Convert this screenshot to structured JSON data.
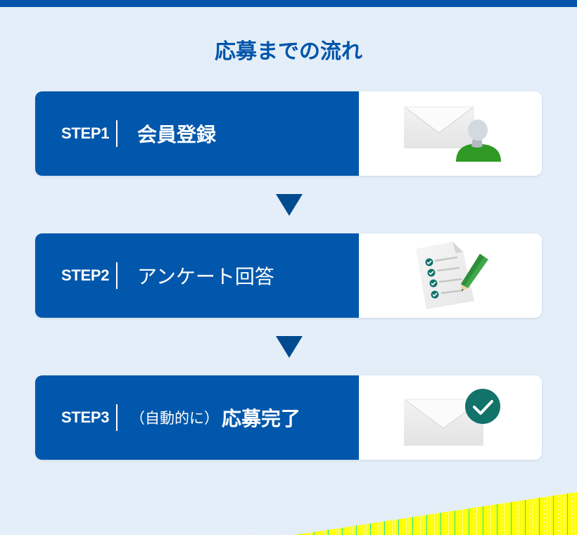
{
  "header": {
    "title": "応募までの流れ"
  },
  "colors": {
    "brand_blue": "#0057ab",
    "top_bar": "#0055aa",
    "arrow": "#004b8f",
    "background": "#e4eef8",
    "check_green": "#12736a",
    "person_green": "#2e9a24",
    "pencil_green": "#3fa84a",
    "deco_yellow": "#ffff00"
  },
  "steps": [
    {
      "number": "STEP1",
      "label": "会員登録",
      "label_prefix": "",
      "icon": "envelope-user-icon"
    },
    {
      "number": "STEP2",
      "label": "アンケート回答",
      "label_prefix": "",
      "icon": "checklist-pencil-icon"
    },
    {
      "number": "STEP3",
      "label": "応募完了",
      "label_prefix": "（自動的に）",
      "icon": "envelope-check-icon"
    }
  ],
  "arrows": [
    {
      "icon": "triangle-down-icon"
    },
    {
      "icon": "triangle-down-icon"
    }
  ]
}
